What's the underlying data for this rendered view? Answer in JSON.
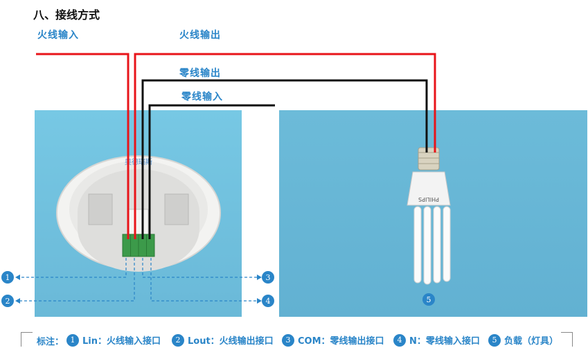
{
  "title": "八、接线方式",
  "labels": {
    "live_in": "火线输入",
    "live_out": "火线输出",
    "neutral_out": "零线输出",
    "neutral_in": "零线输入"
  },
  "callouts": [
    "1",
    "2",
    "3",
    "4",
    "5"
  ],
  "device": {
    "logo": "奥德瑞斯"
  },
  "bulb": {
    "brand": "PHILIPS"
  },
  "legend": {
    "heading": "标注：",
    "items": [
      {
        "num": "1",
        "text": "Lin：火线输入接口"
      },
      {
        "num": "2",
        "text": "Lout：火线输出接口"
      },
      {
        "num": "3",
        "text": "COM：零线输出接口"
      },
      {
        "num": "4",
        "text": "N：零线输入接口"
      },
      {
        "num": "5",
        "text": "负载（灯具）"
      }
    ]
  },
  "colors": {
    "live": "#e8141a",
    "neutral": "#111111",
    "accent": "#2a85c8",
    "terminal": "#3c9a4a"
  }
}
